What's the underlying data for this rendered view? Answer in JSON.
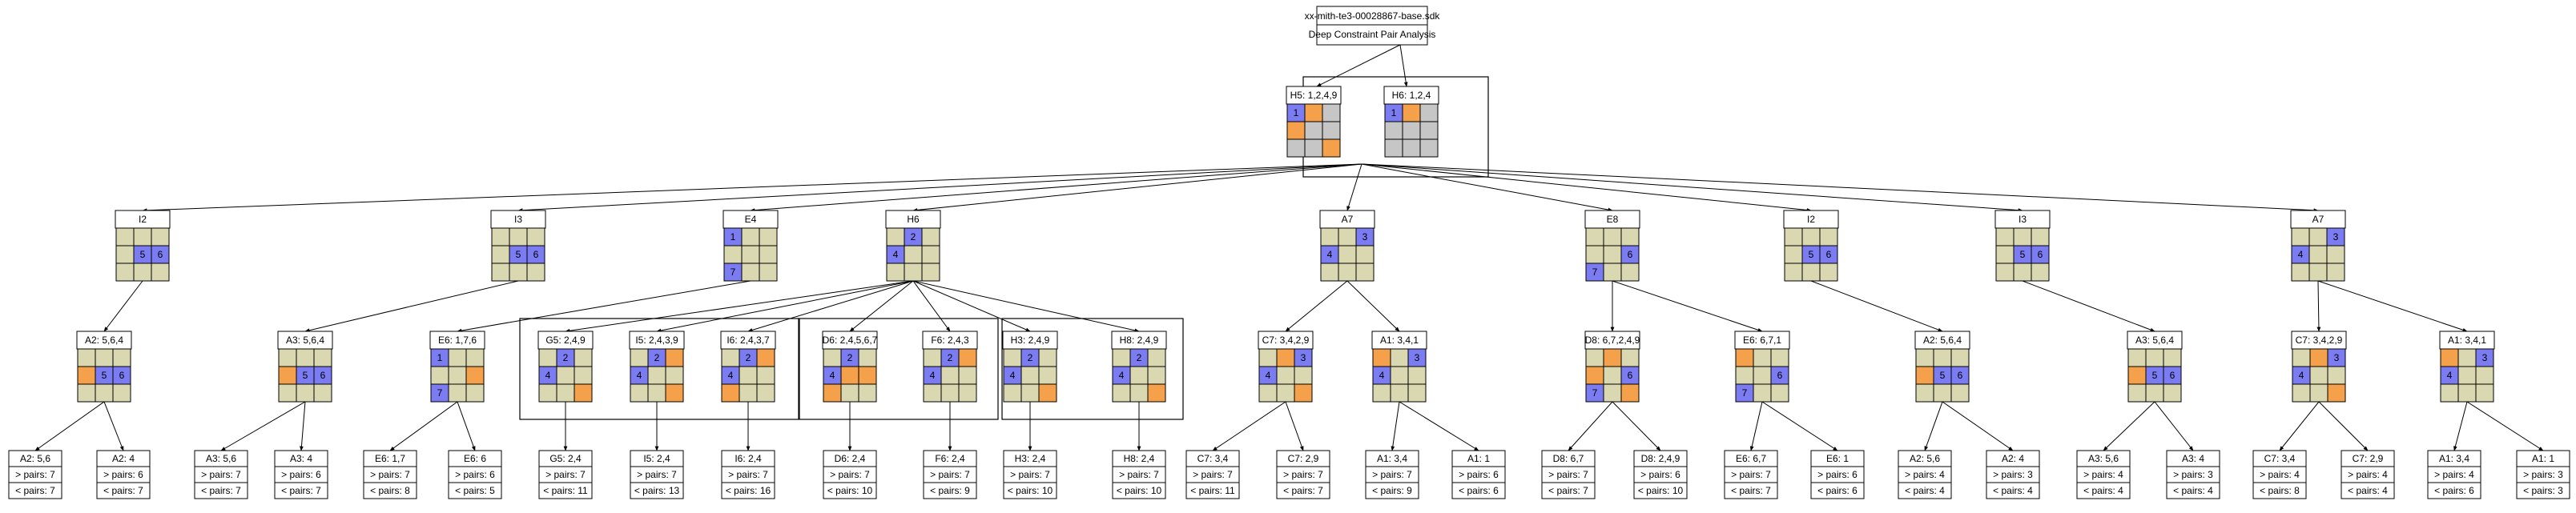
{
  "header": {
    "file": "xx-mith-te3-00028867-base.sdk",
    "title": "Deep Constraint Pair Analysis"
  },
  "colors": {
    "blue": "#7b7bf2",
    "orange": "#f5a04a",
    "tan": "#d9d8b0",
    "gray": "#c6c6c6",
    "white": "#ffffff",
    "edge": "#000000"
  },
  "top": [
    {
      "label": "H5: 1,2,4,9",
      "cells": [
        "B1",
        "O",
        "G",
        "O",
        "G",
        "G",
        "G",
        "G",
        "O"
      ]
    },
    {
      "label": "H6: 1,2,4",
      "cells": [
        "B1",
        "O",
        "G",
        "G",
        "G",
        "G",
        "G",
        "G",
        "G"
      ]
    }
  ],
  "level1": [
    {
      "label": "I2",
      "cells": [
        "T",
        "T",
        "T",
        "T",
        "B5",
        "B6",
        "T",
        "T",
        "T"
      ]
    },
    {
      "label": "I3",
      "cells": [
        "T",
        "T",
        "T",
        "T",
        "B5",
        "B6",
        "T",
        "T",
        "T"
      ]
    },
    {
      "label": "E4",
      "cells": [
        "B1",
        "T",
        "T",
        "T",
        "T",
        "T",
        "B7",
        "T",
        "T"
      ]
    },
    {
      "label": "H6",
      "cells": [
        "T",
        "B2",
        "T",
        "B4",
        "T",
        "T",
        "T",
        "T",
        "T"
      ]
    },
    {
      "label": "A7",
      "cells": [
        "T",
        "T",
        "B3",
        "B4",
        "T",
        "T",
        "T",
        "T",
        "T"
      ]
    },
    {
      "label": "E8",
      "cells": [
        "T",
        "T",
        "T",
        "T",
        "T",
        "B6",
        "B7",
        "T",
        "T"
      ]
    },
    {
      "label": "I2",
      "cells": [
        "T",
        "T",
        "T",
        "T",
        "B5",
        "B6",
        "T",
        "T",
        "T"
      ]
    },
    {
      "label": "I3",
      "cells": [
        "T",
        "T",
        "T",
        "T",
        "B5",
        "B6",
        "T",
        "T",
        "T"
      ]
    },
    {
      "label": "A7",
      "cells": [
        "T",
        "T",
        "B3",
        "B4",
        "T",
        "T",
        "T",
        "T",
        "T"
      ]
    }
  ],
  "level2": [
    {
      "label": "A2: 5,6,4",
      "cells": [
        "T",
        "T",
        "T",
        "O",
        "B5",
        "B6",
        "T",
        "T",
        "T"
      ]
    },
    {
      "label": "A3: 5,6,4",
      "cells": [
        "T",
        "T",
        "T",
        "O",
        "B5",
        "B6",
        "T",
        "T",
        "T"
      ]
    },
    {
      "label": "E6: 1,7,6",
      "cells": [
        "B1",
        "T",
        "T",
        "T",
        "T",
        "O",
        "B7",
        "T",
        "T"
      ]
    },
    {
      "label": "G5: 2,4,9",
      "cells": [
        "T",
        "B2",
        "T",
        "B4",
        "T",
        "T",
        "T",
        "T",
        "O"
      ]
    },
    {
      "label": "I5: 2,4,3,9",
      "cells": [
        "T",
        "B2",
        "O",
        "B4",
        "T",
        "T",
        "T",
        "T",
        "O"
      ]
    },
    {
      "label": "I6: 2,4,3,7",
      "cells": [
        "T",
        "B2",
        "O",
        "B4",
        "T",
        "T",
        "O",
        "T",
        "T"
      ]
    },
    {
      "label": "D6: 2,4,5,6,7",
      "cells": [
        "T",
        "B2",
        "T",
        "B4",
        "O",
        "O",
        "O",
        "T",
        "T"
      ]
    },
    {
      "label": "F6: 2,4,3",
      "cells": [
        "T",
        "B2",
        "O",
        "B4",
        "T",
        "T",
        "T",
        "T",
        "T"
      ]
    },
    {
      "label": "H3: 2,4,9",
      "cells": [
        "T",
        "B2",
        "T",
        "B4",
        "T",
        "T",
        "T",
        "T",
        "O"
      ]
    },
    {
      "label": "H8: 2,4,9",
      "cells": [
        "T",
        "B2",
        "T",
        "B4",
        "T",
        "T",
        "T",
        "T",
        "O"
      ]
    },
    {
      "label": "C7: 3,4,2,9",
      "cells": [
        "T",
        "O",
        "B3",
        "B4",
        "T",
        "T",
        "T",
        "T",
        "O"
      ]
    },
    {
      "label": "A1: 3,4,1",
      "cells": [
        "O",
        "T",
        "B3",
        "B4",
        "T",
        "T",
        "T",
        "T",
        "T"
      ]
    },
    {
      "label": "D8: 6,7,2,4,9",
      "cells": [
        "T",
        "O",
        "T",
        "O",
        "T",
        "B6",
        "B7",
        "T",
        "O"
      ]
    },
    {
      "label": "E6: 6,7,1",
      "cells": [
        "O",
        "T",
        "T",
        "T",
        "T",
        "B6",
        "B7",
        "T",
        "T"
      ]
    },
    {
      "label": "A2: 5,6,4",
      "cells": [
        "T",
        "T",
        "T",
        "O",
        "B5",
        "B6",
        "T",
        "T",
        "T"
      ]
    },
    {
      "label": "A3: 5,6,4",
      "cells": [
        "T",
        "T",
        "T",
        "O",
        "B5",
        "B6",
        "T",
        "T",
        "T"
      ]
    },
    {
      "label": "C7: 3,4,2,9",
      "cells": [
        "T",
        "O",
        "B3",
        "B4",
        "T",
        "T",
        "T",
        "T",
        "O"
      ]
    },
    {
      "label": "A1: 3,4,1",
      "cells": [
        "O",
        "T",
        "B3",
        "B4",
        "T",
        "T",
        "T",
        "T",
        "T"
      ]
    }
  ],
  "leaves": [
    {
      "title": "A2: 5,6",
      "gt": "> pairs: 7",
      "lt": "< pairs: 7"
    },
    {
      "title": "A2: 4",
      "gt": "> pairs: 6",
      "lt": "< pairs: 7"
    },
    {
      "title": "A3: 5,6",
      "gt": "> pairs: 7",
      "lt": "< pairs: 7"
    },
    {
      "title": "A3: 4",
      "gt": "> pairs: 6",
      "lt": "< pairs: 7"
    },
    {
      "title": "E6: 1,7",
      "gt": "> pairs: 7",
      "lt": "< pairs: 8"
    },
    {
      "title": "E6: 6",
      "gt": "> pairs: 6",
      "lt": "< pairs: 5"
    },
    {
      "title": "G5: 2,4",
      "gt": "> pairs: 7",
      "lt": "< pairs: 11"
    },
    {
      "title": "I5: 2,4",
      "gt": "> pairs: 7",
      "lt": "< pairs: 13"
    },
    {
      "title": "I6: 2,4",
      "gt": "> pairs: 7",
      "lt": "< pairs: 16"
    },
    {
      "title": "D6: 2,4",
      "gt": "> pairs: 7",
      "lt": "< pairs: 10"
    },
    {
      "title": "F6: 2,4",
      "gt": "> pairs: 7",
      "lt": "< pairs: 9"
    },
    {
      "title": "H3: 2,4",
      "gt": "> pairs: 7",
      "lt": "< pairs: 10"
    },
    {
      "title": "H8: 2,4",
      "gt": "> pairs: 7",
      "lt": "< pairs: 10"
    },
    {
      "title": "C7: 3,4",
      "gt": "> pairs: 7",
      "lt": "< pairs: 11"
    },
    {
      "title": "C7: 2,9",
      "gt": "> pairs: 7",
      "lt": "< pairs: 7"
    },
    {
      "title": "A1: 3,4",
      "gt": "> pairs: 7",
      "lt": "< pairs: 9"
    },
    {
      "title": "A1: 1",
      "gt": "> pairs: 6",
      "lt": "< pairs: 6"
    },
    {
      "title": "D8: 6,7",
      "gt": "> pairs: 7",
      "lt": "< pairs: 7"
    },
    {
      "title": "D8: 2,4,9",
      "gt": "> pairs: 6",
      "lt": "< pairs: 10"
    },
    {
      "title": "E6: 6,7",
      "gt": "> pairs: 7",
      "lt": "< pairs: 7"
    },
    {
      "title": "E6: 1",
      "gt": "> pairs: 6",
      "lt": "< pairs: 6"
    },
    {
      "title": "A2: 5,6",
      "gt": "> pairs: 4",
      "lt": "< pairs: 4"
    },
    {
      "title": "A2: 4",
      "gt": "> pairs: 3",
      "lt": "< pairs: 4"
    },
    {
      "title": "A3: 5,6",
      "gt": "> pairs: 4",
      "lt": "< pairs: 4"
    },
    {
      "title": "A3: 4",
      "gt": "> pairs: 3",
      "lt": "< pairs: 4"
    },
    {
      "title": "C7: 3,4",
      "gt": "> pairs: 4",
      "lt": "< pairs: 8"
    },
    {
      "title": "C7: 2,9",
      "gt": "> pairs: 4",
      "lt": "< pairs: 4"
    },
    {
      "title": "A1: 3,4",
      "gt": "> pairs: 4",
      "lt": "< pairs: 6"
    },
    {
      "title": "A1: 1",
      "gt": "> pairs: 3",
      "lt": "< pairs: 3"
    }
  ]
}
